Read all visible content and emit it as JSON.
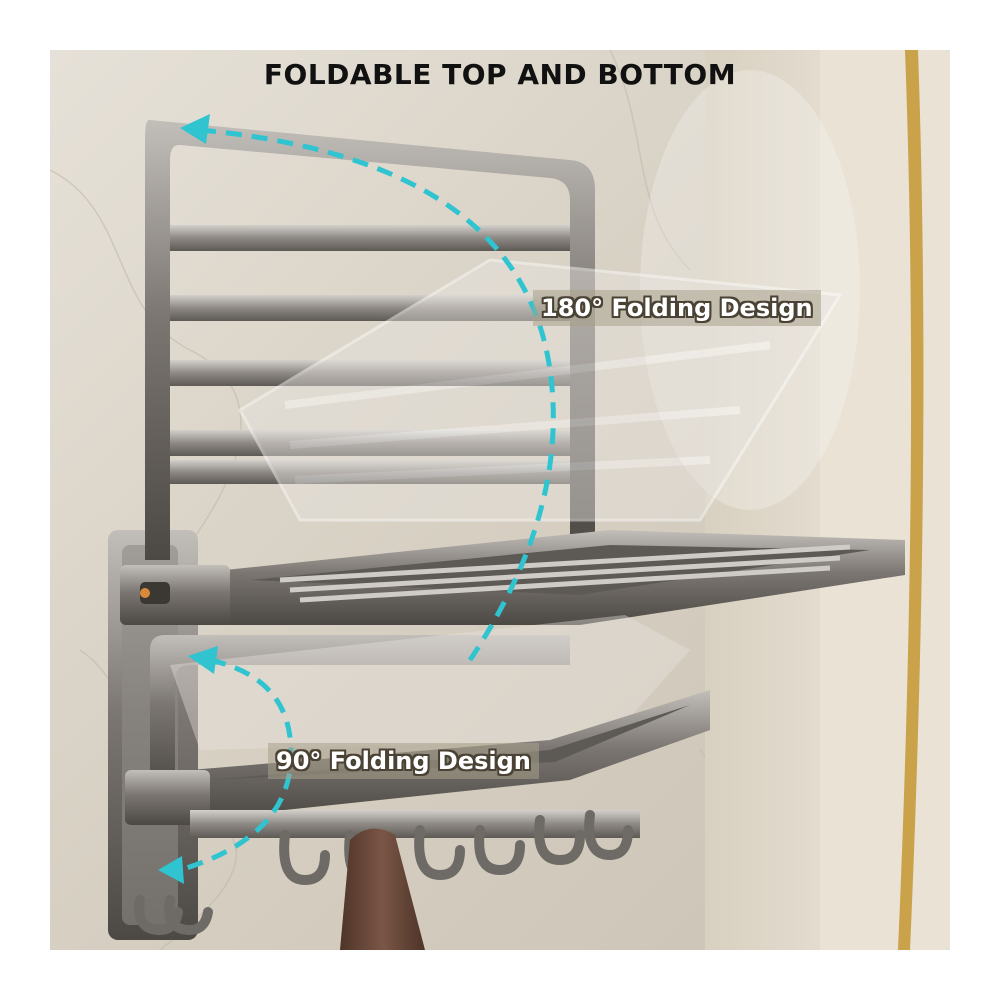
{
  "header": {
    "title": "FOLDABLE TOP AND BOTTOM"
  },
  "callouts": {
    "top": "180° Folding Design",
    "bottom": "90° Folding Design"
  },
  "colors": {
    "arrow": "#2fc4d0",
    "metal": "#6e6a66",
    "metal_light": "#b9b5b0",
    "wall": "#d8d2c6",
    "accent_gold": "#c9a24a",
    "towel": "#6b4a3a"
  },
  "icons": [
    "dashed-arrow-top-icon",
    "dashed-arrow-bottom-icon",
    "hook-icon"
  ]
}
